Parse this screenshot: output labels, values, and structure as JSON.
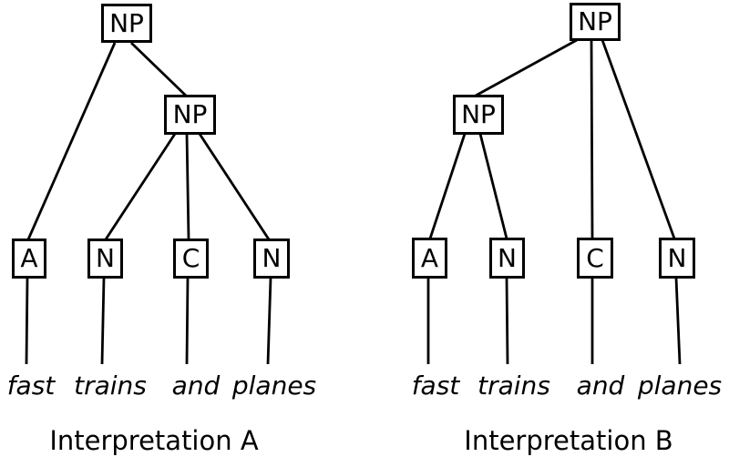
{
  "sentence": "fast trains and planes",
  "trees": [
    {
      "caption": "Interpretation A",
      "nodes": {
        "root": "NP",
        "phrase": "NP",
        "leaf_a": "A",
        "leaf_n1": "N",
        "leaf_c": "C",
        "leaf_n2": "N"
      },
      "words": [
        "fast",
        "trains",
        "and",
        "planes"
      ],
      "edges": [
        {
          "from": "root",
          "to": "leaf_a"
        },
        {
          "from": "root",
          "to": "phrase"
        },
        {
          "from": "phrase",
          "to": "leaf_n1"
        },
        {
          "from": "phrase",
          "to": "leaf_c"
        },
        {
          "from": "phrase",
          "to": "leaf_n2"
        },
        {
          "from": "leaf_a",
          "to": "fast"
        },
        {
          "from": "leaf_n1",
          "to": "trains"
        },
        {
          "from": "leaf_c",
          "to": "and"
        },
        {
          "from": "leaf_n2",
          "to": "planes"
        }
      ]
    },
    {
      "caption": "Interpretation B",
      "nodes": {
        "root": "NP",
        "phrase": "NP",
        "leaf_a": "A",
        "leaf_n1": "N",
        "leaf_c": "C",
        "leaf_n2": "N"
      },
      "words": [
        "fast",
        "trains",
        "and",
        "planes"
      ],
      "edges": [
        {
          "from": "root",
          "to": "phrase"
        },
        {
          "from": "root",
          "to": "leaf_c"
        },
        {
          "from": "root",
          "to": "leaf_n2"
        },
        {
          "from": "phrase",
          "to": "leaf_a"
        },
        {
          "from": "phrase",
          "to": "leaf_n1"
        },
        {
          "from": "leaf_a",
          "to": "fast"
        },
        {
          "from": "leaf_n1",
          "to": "trains"
        },
        {
          "from": "leaf_c",
          "to": "and"
        },
        {
          "from": "leaf_n2",
          "to": "planes"
        }
      ]
    }
  ]
}
